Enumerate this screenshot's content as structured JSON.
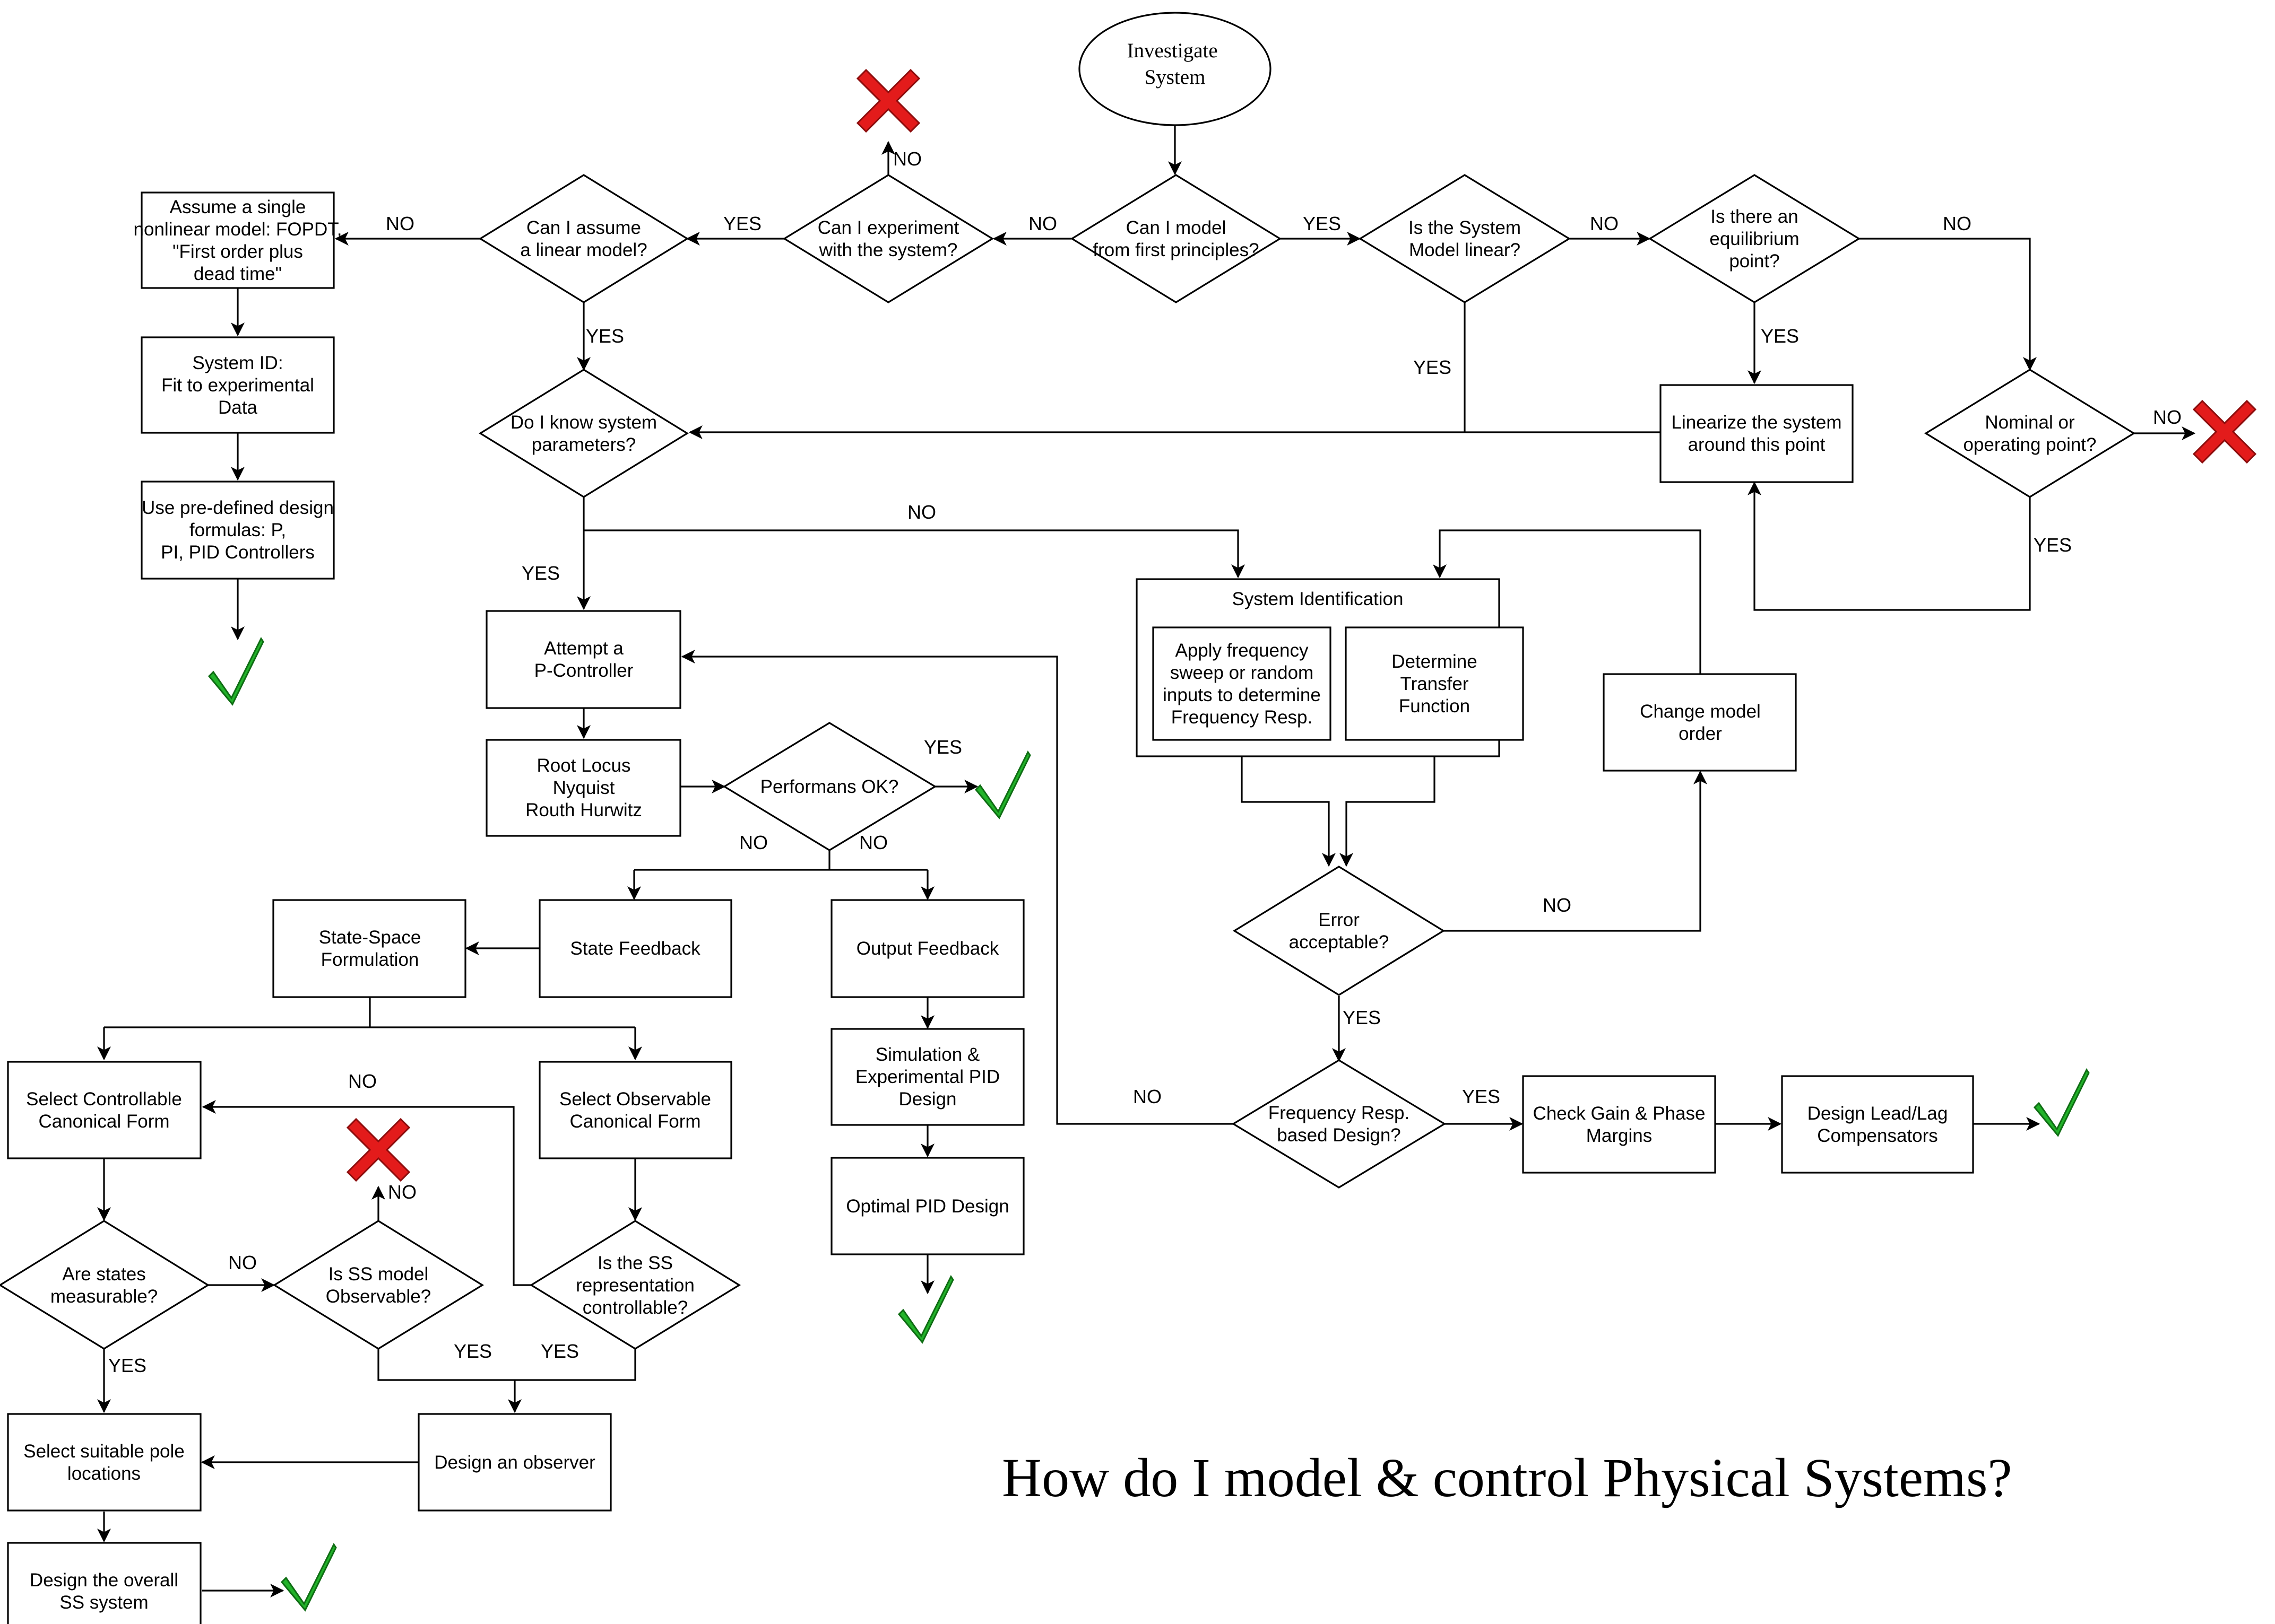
{
  "title": "How do I model & control Physical Systems?",
  "colors": {
    "stroke": "#000000",
    "check": "#22b32a",
    "cross": "#e31b1b"
  },
  "nodes": {
    "investigate": "Investigate System",
    "first_principles": "Can I model from first principles?",
    "experiment": "Can I experiment with the system?",
    "linear_model_assume": "Can I assume a linear model?",
    "nonlinear_model": "Assume a single nonlinear model: FOPDT, \"First order plus dead time\"",
    "system_id_fit": "System ID: Fit to experimental Data",
    "predefined_formulas": "Use pre-defined design formulas: P, PI, PID Controllers",
    "model_linear": "Is the System Model linear?",
    "equilibrium": "Is there an equilibrium point?",
    "linearize": "Linearize the system around this point",
    "nominal_point": "Nominal or operating point?",
    "know_params": "Do I know system parameters?",
    "p_controller": "Attempt a P-Controller",
    "analysis_methods": "Root Locus Nyquist Routh Hurwitz",
    "performance_ok": "Performans OK?",
    "system_identification": "System Identification",
    "freq_sweep": "Apply frequency sweep or random inputs to determine Frequency Resp.",
    "transfer_function": "Determine Transfer Function",
    "change_order": "Change model order",
    "error_acceptable": "Error acceptable?",
    "freq_design": "Frequency Resp. based Design?",
    "gain_phase": "Check Gain & Phase Margins",
    "lead_lag": "Design Lead/Lag Compensators",
    "state_space": "State-Space Formulation",
    "state_feedback": "State Feedback",
    "output_feedback": "Output Feedback",
    "simulation_pid": "Simulation & Experimental PID Design",
    "optimal_pid": "Optimal PID Design",
    "controllable_form": "Select Controllable Canonical Form",
    "observable_form": "Select Observable Canonical Form",
    "states_measurable": "Are states measurable?",
    "ss_observable": "Is SS model Observable?",
    "ss_controllable": "Is the SS representation controllable?",
    "pole_locations": "Select suitable pole locations",
    "observer": "Design an observer",
    "overall_ss": "Design the overall SS system"
  },
  "edge_labels": {
    "first_principles_yes": "YES",
    "first_principles_no": "NO",
    "experiment_no": "NO",
    "experiment_yes": "YES",
    "linear_assume_no": "NO",
    "linear_assume_yes": "YES",
    "model_linear_no": "NO",
    "model_linear_yes": "YES",
    "equilibrium_no": "NO",
    "equilibrium_yes": "YES",
    "nominal_no": "NO",
    "nominal_yes": "YES",
    "know_params_no": "NO",
    "know_params_yes": "YES",
    "performance_yes": "YES",
    "performance_no_left": "NO",
    "performance_no_right": "NO",
    "error_no": "NO",
    "error_yes": "YES",
    "freq_design_no": "NO",
    "freq_design_yes": "YES",
    "ss_controllable_no": "NO",
    "ss_observable_no": "NO",
    "states_measurable_no": "NO",
    "states_measurable_yes": "YES",
    "ss_observable_yes": "YES",
    "ss_controllable_yes": "YES"
  }
}
